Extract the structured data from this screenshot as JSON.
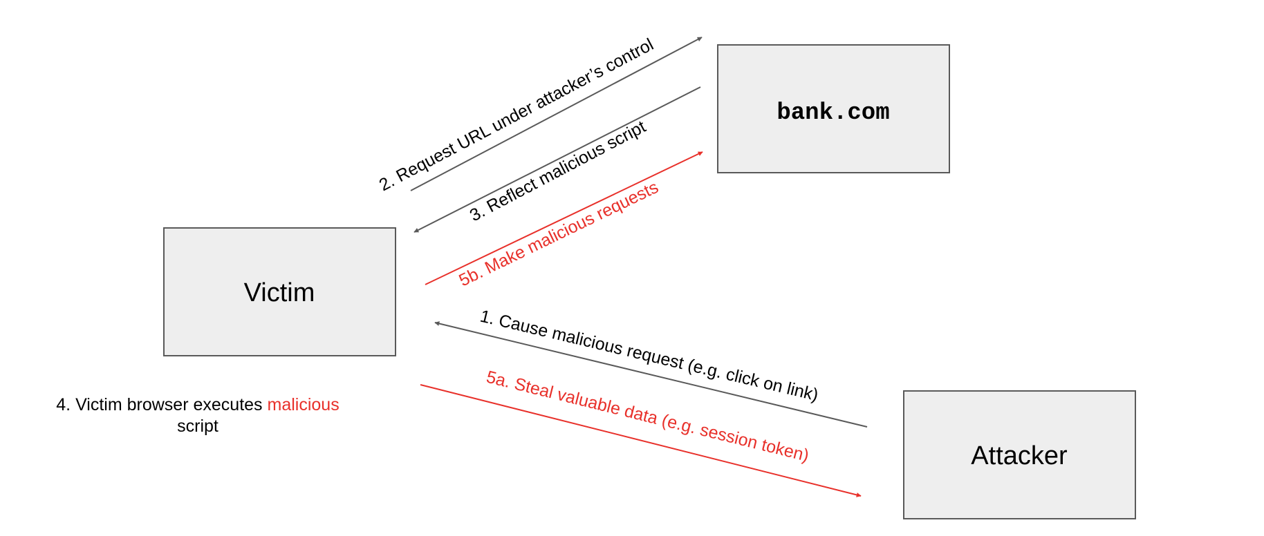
{
  "nodes": {
    "bank": "bank.com",
    "victim": "Victim",
    "attacker": "Attacker"
  },
  "arrows": {
    "step1": "1. Cause malicious request (e.g. click on link)",
    "step2": "2. Request URL under attacker’s control",
    "step3": "3. Reflect malicious script",
    "step5a": "5a. Steal valuable data (e.g. session token)",
    "step5b": "5b. Make malicious requests"
  },
  "note": {
    "prefix": "4. Victim browser executes ",
    "highlight_line1": "malicious",
    "highlight_line2": "script"
  },
  "colors": {
    "box_fill": "#eeeeee",
    "box_stroke": "#595959",
    "arrow_gray": "#595959",
    "accent_red": "#e8302a"
  }
}
